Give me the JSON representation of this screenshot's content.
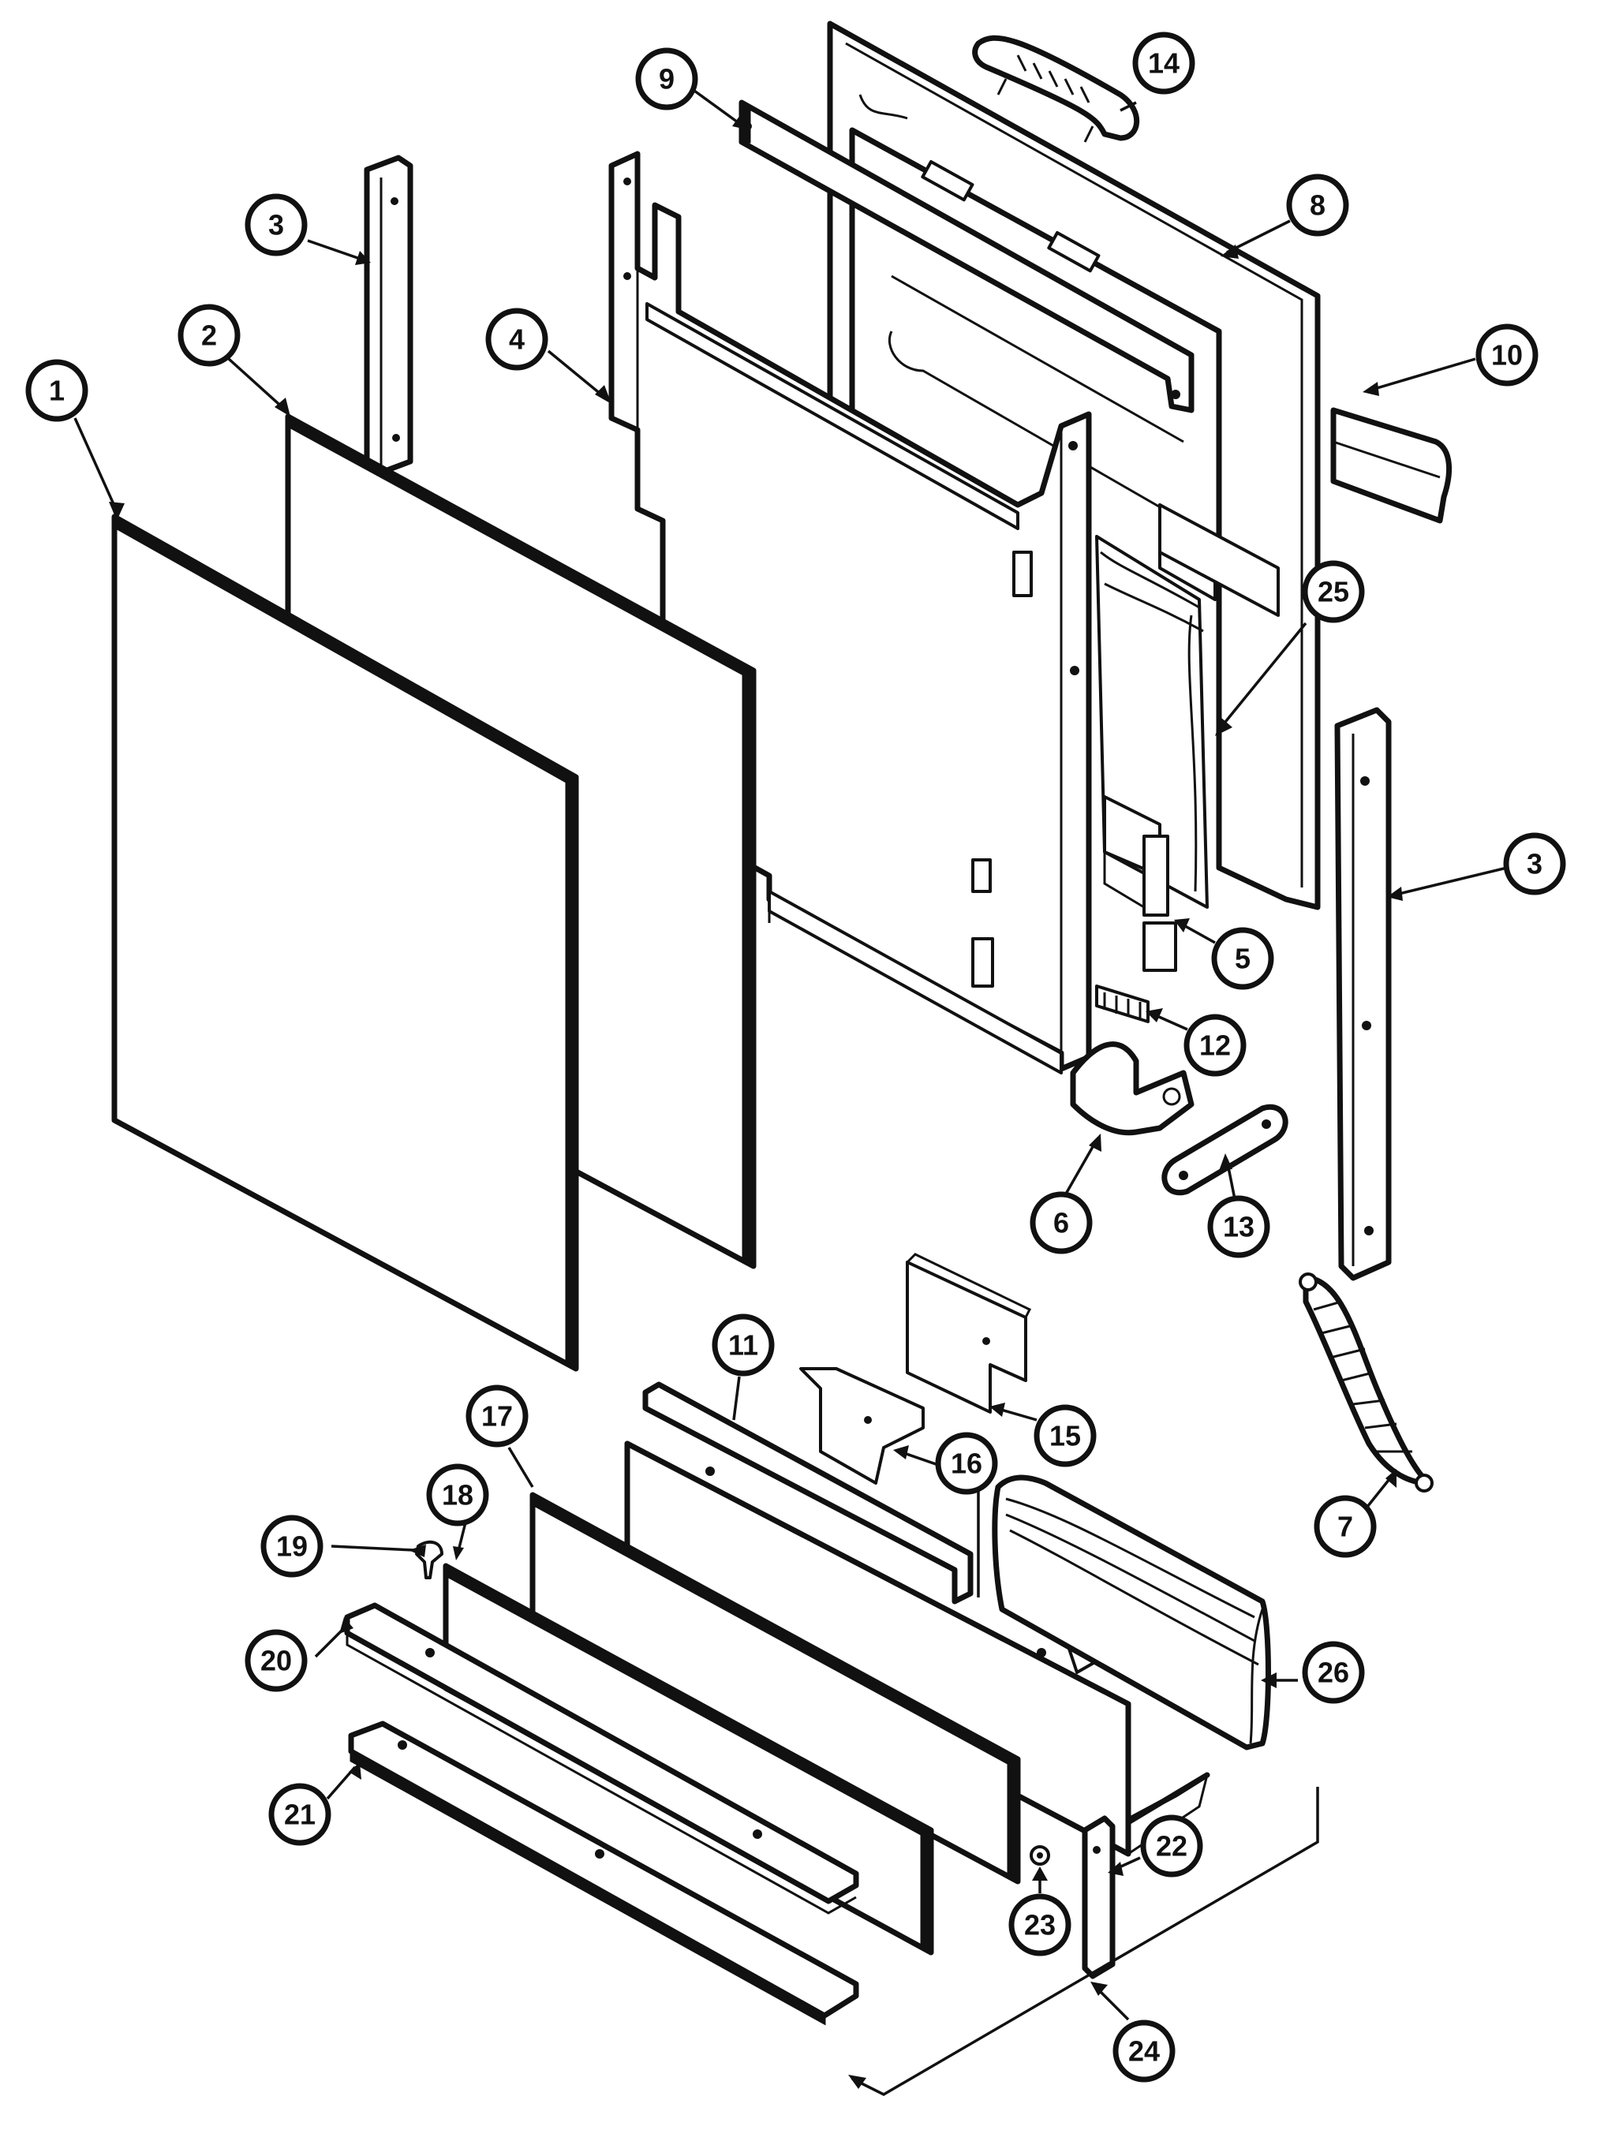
{
  "diagram": {
    "colors": {
      "ink": "#111111",
      "paper": "#ffffff"
    },
    "callouts": [
      {
        "id": "1",
        "label": "1"
      },
      {
        "id": "2",
        "label": "2"
      },
      {
        "id": "3a",
        "label": "3"
      },
      {
        "id": "3b",
        "label": "3"
      },
      {
        "id": "4",
        "label": "4"
      },
      {
        "id": "5",
        "label": "5"
      },
      {
        "id": "6",
        "label": "6"
      },
      {
        "id": "7",
        "label": "7"
      },
      {
        "id": "8",
        "label": "8"
      },
      {
        "id": "9",
        "label": "9"
      },
      {
        "id": "10",
        "label": "10"
      },
      {
        "id": "11",
        "label": "11"
      },
      {
        "id": "12",
        "label": "12"
      },
      {
        "id": "13",
        "label": "13"
      },
      {
        "id": "14",
        "label": "14"
      },
      {
        "id": "15",
        "label": "15"
      },
      {
        "id": "16",
        "label": "16"
      },
      {
        "id": "17",
        "label": "17"
      },
      {
        "id": "18",
        "label": "18"
      },
      {
        "id": "19",
        "label": "19"
      },
      {
        "id": "20",
        "label": "20"
      },
      {
        "id": "21",
        "label": "21"
      },
      {
        "id": "22",
        "label": "22"
      },
      {
        "id": "23",
        "label": "23"
      },
      {
        "id": "24",
        "label": "24"
      },
      {
        "id": "25",
        "label": "25"
      },
      {
        "id": "26",
        "label": "26"
      }
    ]
  }
}
